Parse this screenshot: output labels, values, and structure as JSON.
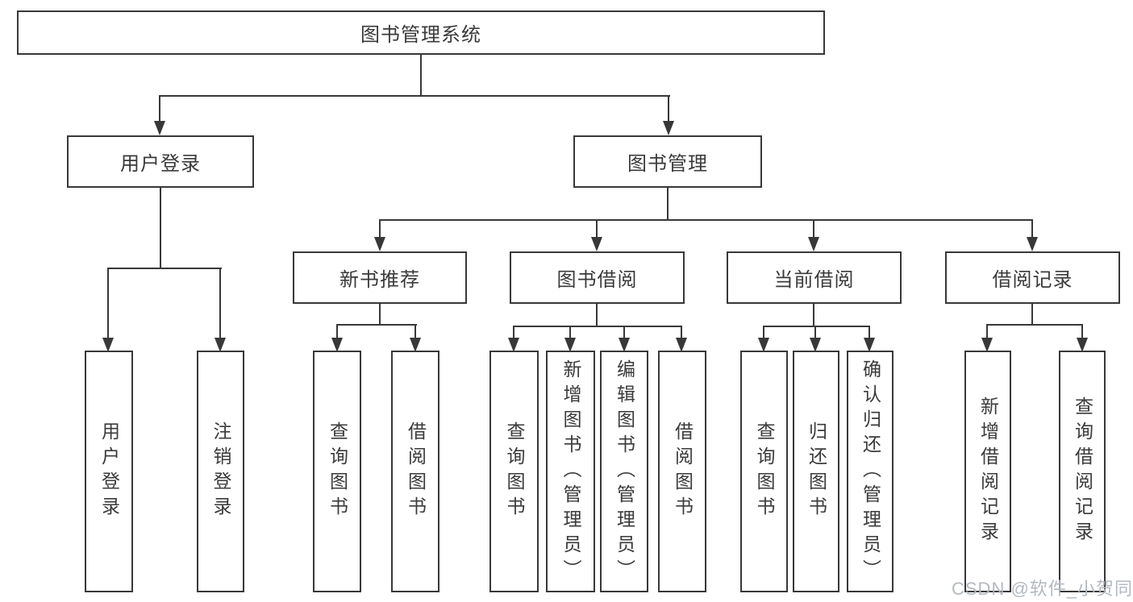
{
  "tree": {
    "root": {
      "label": "图书管理系统"
    },
    "branches": [
      {
        "label": "用户登录",
        "children": [
          {
            "label": "用户登录"
          },
          {
            "label": "注销登录"
          }
        ]
      },
      {
        "label": "图书管理",
        "children": [
          {
            "label": "新书推荐",
            "children": [
              {
                "label": "查询图书"
              },
              {
                "label": "借阅图书"
              }
            ]
          },
          {
            "label": "图书借阅",
            "children": [
              {
                "label": "查询图书"
              },
              {
                "label": "新增图书（管理员）"
              },
              {
                "label": "编辑图书（管理员）"
              },
              {
                "label": "借阅图书"
              }
            ]
          },
          {
            "label": "当前借阅",
            "children": [
              {
                "label": "查询图书"
              },
              {
                "label": "归还图书"
              },
              {
                "label": "确认归还（管理员）"
              }
            ]
          },
          {
            "label": "借阅记录",
            "children": [
              {
                "label": "新增借阅记录"
              },
              {
                "label": "查询借阅记录"
              }
            ]
          }
        ]
      }
    ]
  },
  "watermark": "CSDN @软件_小贺同学",
  "colors": {
    "line": "#383838",
    "text": "#3a3a3a",
    "box_bg": "#ffffff",
    "page_bg": "#ffffff",
    "wm": "#b3b9c0"
  }
}
